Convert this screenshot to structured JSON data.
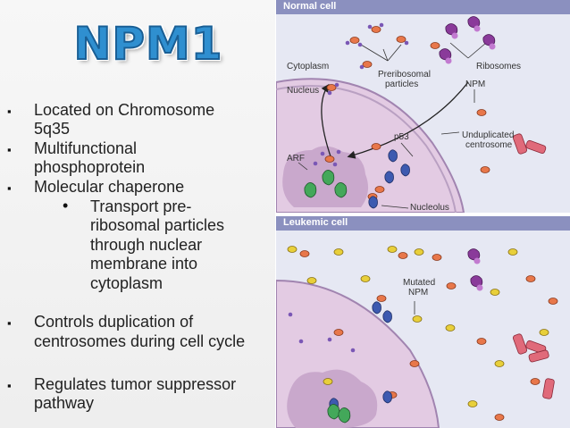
{
  "slide": {
    "title": "NPM1",
    "bullets": [
      {
        "lines": [
          "Located on Chromosome",
          "5q35"
        ]
      },
      {
        "lines": [
          "Multifunctional",
          "phosphoprotein"
        ]
      },
      {
        "lines": [
          "Molecular chaperone"
        ]
      },
      {
        "sub_lines": [
          "Transport pre-",
          "ribosomal particles",
          "through nuclear",
          "membrane into",
          "cytoplasm"
        ]
      },
      {
        "lines": [
          "Controls duplication of",
          "centrosomes during cell cycle"
        ]
      },
      {
        "lines": [
          "Regulates tumor suppressor",
          "pathway"
        ]
      }
    ]
  },
  "figure": {
    "top_panel": {
      "header": "Normal cell",
      "labels": {
        "cytoplasm": "Cytoplasm",
        "nucleus": "Nucleus",
        "preribosomal": [
          "Preribosomal",
          "particles"
        ],
        "ribosomes": "Ribosomes",
        "npm": "NPM",
        "p53": "p53",
        "arf": "ARF",
        "unduplicated": [
          "Unduplicated",
          "centrosome"
        ],
        "nucleolus": "Nucleolus"
      }
    },
    "bottom_panel": {
      "header": "Leukemic cell",
      "labels": {
        "mutated": [
          "Mutated",
          "NPM"
        ]
      }
    }
  },
  "colors": {
    "title_blue": "#2f8fd0",
    "panel_header": "#8b90bf",
    "cytoplasm": "#e6e8f3",
    "nucleus": "#e3cbe3",
    "nucleolus": "#c9a8cc",
    "npm_orange": "#e8774a",
    "mutated_npm_yellow": "#e8cf3a",
    "p53_blue": "#3d5ab0",
    "arf_green": "#43a85a",
    "ribosome_purple": "#8a3a9a",
    "centrosome_red": "#e06a7a"
  }
}
